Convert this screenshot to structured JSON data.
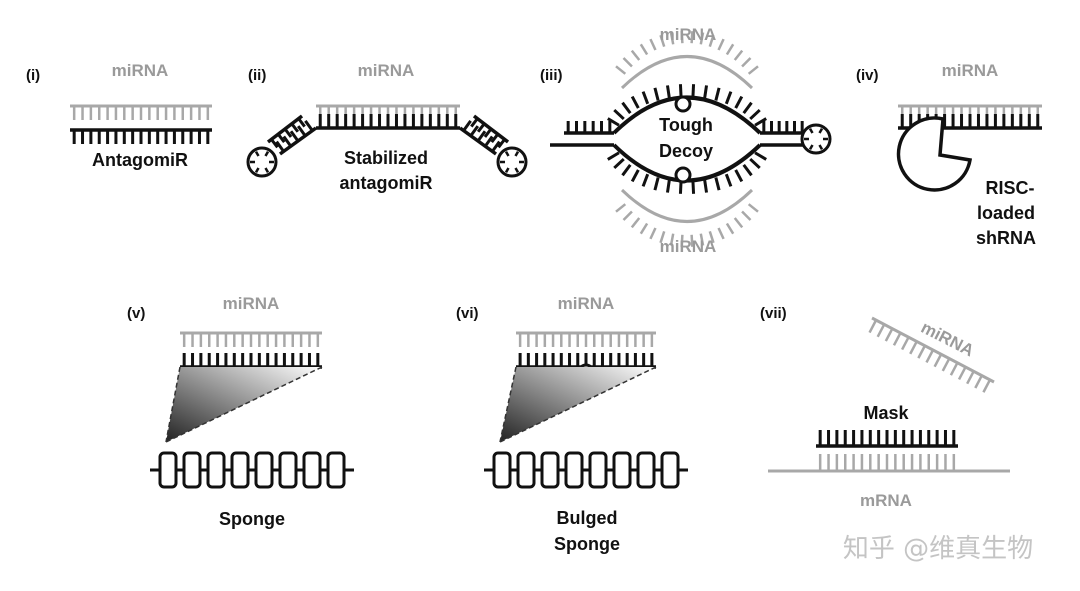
{
  "panels": {
    "i": {
      "tag": "(i)",
      "mirna": "miRNA",
      "name": "AntagomiR"
    },
    "ii": {
      "tag": "(ii)",
      "mirna": "miRNA",
      "name_line1": "Stabilized",
      "name_line2": "antagomiR"
    },
    "iii": {
      "tag": "(iii)",
      "mirna_top": "miRNA",
      "mirna_bottom": "miRNA",
      "name_line1": "Tough",
      "name_line2": "Decoy"
    },
    "iv": {
      "tag": "(iv)",
      "mirna": "miRNA",
      "name_line1": "RISC-",
      "name_line2": "loaded",
      "name_line3": "shRNA"
    },
    "v": {
      "tag": "(v)",
      "mirna": "miRNA",
      "name": "Sponge"
    },
    "vi": {
      "tag": "(vi)",
      "mirna": "miRNA",
      "name_line1": "Bulged",
      "name_line2": "Sponge"
    },
    "vii": {
      "tag": "(vii)",
      "mirna": "miRNA",
      "mask": "Mask",
      "mrna": "mRNA"
    }
  },
  "watermark": "知乎 @维真生物",
  "colors": {
    "strand_dark": "#111111",
    "strand_light": "#a8a8a8",
    "background": "#ffffff"
  }
}
